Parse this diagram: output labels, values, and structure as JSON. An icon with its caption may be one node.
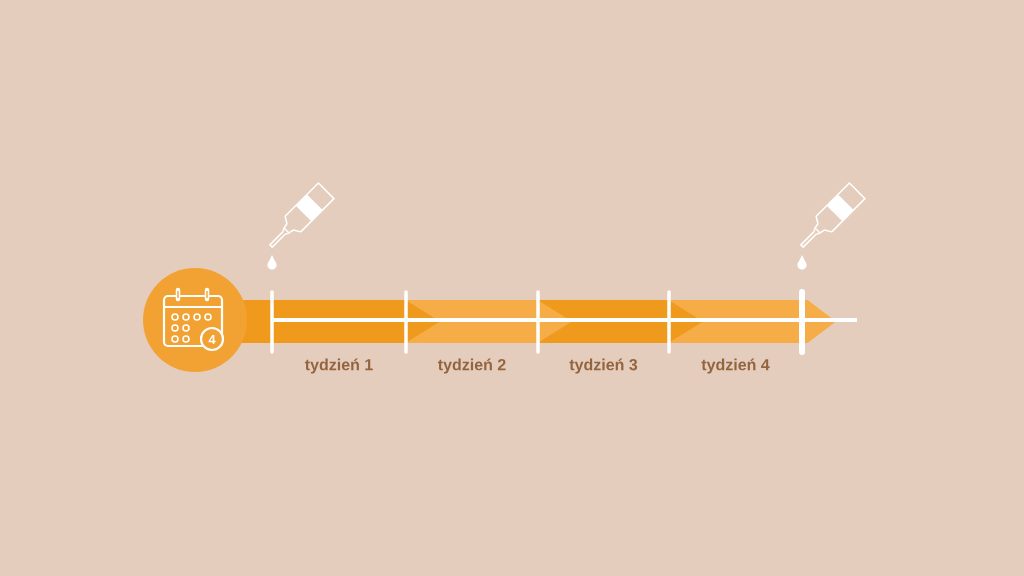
{
  "diagram": {
    "nodes": [
      {
        "text": [
          "4"
        ]
      },
      {
        "text": [
          "tydzień 1"
        ]
      },
      {
        "text": [
          "tydzień 2"
        ]
      },
      {
        "text": [
          "tydzień 3"
        ]
      },
      {
        "text": [
          "tydzień 4"
        ]
      }
    ]
  }
}
